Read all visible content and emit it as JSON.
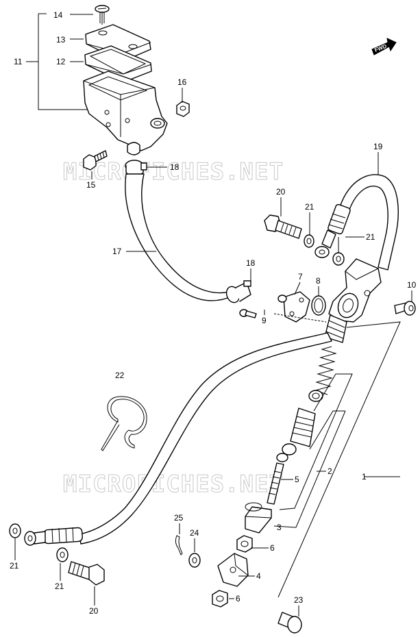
{
  "watermark": "MICROFICHES.NET",
  "fwd_label": "FWD",
  "callouts": [
    {
      "id": "c14",
      "text": "14"
    },
    {
      "id": "c13",
      "text": "13"
    },
    {
      "id": "c12",
      "text": "12"
    },
    {
      "id": "c11",
      "text": "11"
    },
    {
      "id": "c16",
      "text": "16"
    },
    {
      "id": "c15",
      "text": "15"
    },
    {
      "id": "c18a",
      "text": "18"
    },
    {
      "id": "c17",
      "text": "17"
    },
    {
      "id": "c19",
      "text": "19"
    },
    {
      "id": "c20a",
      "text": "20"
    },
    {
      "id": "c21a",
      "text": "21"
    },
    {
      "id": "c21b",
      "text": "21"
    },
    {
      "id": "c18b",
      "text": "18"
    },
    {
      "id": "c7",
      "text": "7"
    },
    {
      "id": "c8",
      "text": "8"
    },
    {
      "id": "c10",
      "text": "10"
    },
    {
      "id": "c9",
      "text": "9"
    },
    {
      "id": "c22",
      "text": "22"
    },
    {
      "id": "c2",
      "text": "2"
    },
    {
      "id": "c1",
      "text": "1"
    },
    {
      "id": "c5",
      "text": "5"
    },
    {
      "id": "c3",
      "text": "3"
    },
    {
      "id": "c25",
      "text": "25"
    },
    {
      "id": "c24",
      "text": "24"
    },
    {
      "id": "c6a",
      "text": "6"
    },
    {
      "id": "c4",
      "text": "4"
    },
    {
      "id": "c6b",
      "text": "6"
    },
    {
      "id": "c23",
      "text": "23"
    },
    {
      "id": "c21c",
      "text": "21"
    },
    {
      "id": "c21d",
      "text": "21"
    },
    {
      "id": "c20b",
      "text": "20"
    }
  ]
}
